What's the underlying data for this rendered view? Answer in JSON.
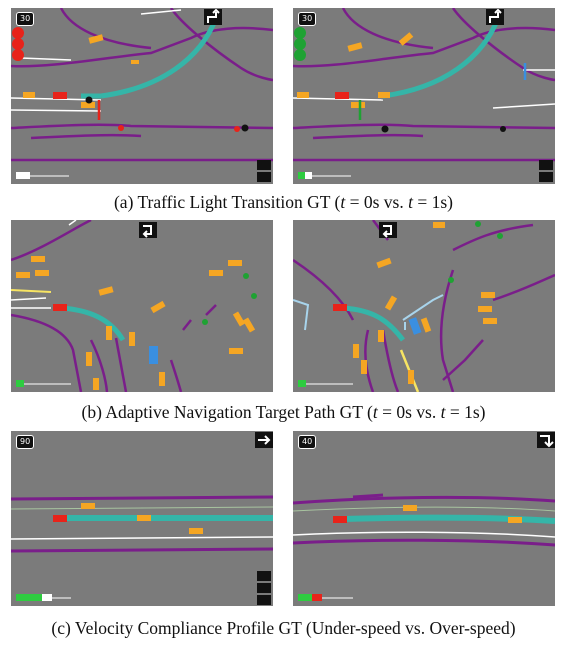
{
  "figure": {
    "rows": [
      {
        "id": "a",
        "caption_prefix": "(a) Traffic Light Transition GT (",
        "caption_var1": "t",
        "caption_mid1": " = 0s vs. ",
        "caption_var2": "t",
        "caption_mid2": " = 1s)",
        "panels": [
          {
            "speed": "30",
            "nav_icon": "turn-right-then-straight-icon",
            "light_state": "red",
            "progress": 0.12,
            "progress_color": "#ffffff"
          },
          {
            "speed": "30",
            "nav_icon": "turn-right-then-straight-icon",
            "light_state": "green",
            "progress": 0.12,
            "progress_color": "#2ecc40"
          }
        ]
      },
      {
        "id": "b",
        "caption_prefix": "(b) Adaptive Navigation Target Path GT (",
        "caption_var1": "t",
        "caption_mid1": " = 0s vs. ",
        "caption_var2": "t",
        "caption_mid2": " = 1s)",
        "panels": [
          {
            "nav_icon": "u-turn-right-icon",
            "progress": 0.12,
            "progress_color": "#2ecc40"
          },
          {
            "nav_icon": "u-turn-right-icon",
            "progress": 0.12,
            "progress_color": "#2ecc40"
          }
        ]
      },
      {
        "id": "c",
        "caption_full": "(c) Velocity Compliance Profile GT (Under-speed vs. Over-speed)",
        "panels": [
          {
            "speed": "90",
            "nav_icon": "straight-right-arrow-icon",
            "progress": 0.55,
            "progress_color": "#2ecc40"
          },
          {
            "speed": "40",
            "nav_icon": "turn-right-down-icon",
            "progress": 0.35,
            "progress_color": "#2ecc40"
          }
        ]
      }
    ]
  },
  "colors": {
    "road_background": "#7b7b7b",
    "lane_boundary": "#7a1e8a",
    "ego_vehicle": "#e8231a",
    "other_vehicles": "#f5a623",
    "target_path": "#35b5a8",
    "pedestrian_or_cyclist": "#3a8fe0",
    "traffic_light_red": "#e8231a",
    "traffic_light_green": "#1fa233"
  }
}
